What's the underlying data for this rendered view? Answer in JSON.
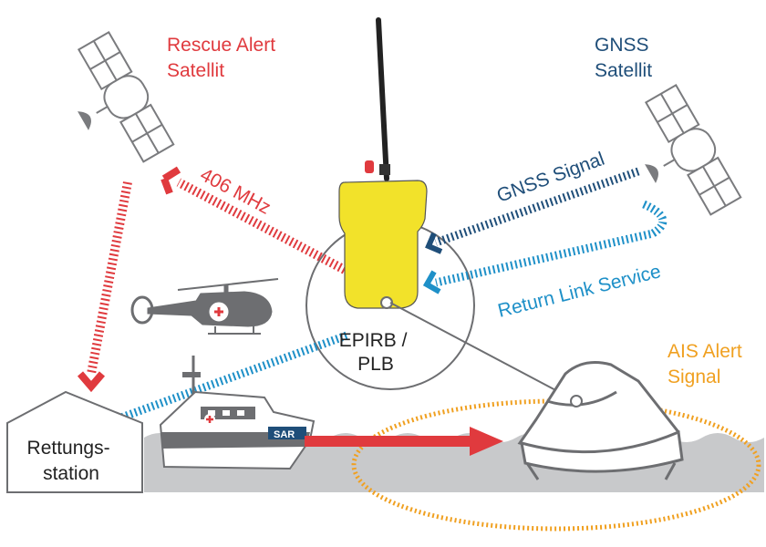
{
  "labels": {
    "rescue_satellite": [
      "Rescue Alert",
      "Satellit"
    ],
    "gnss_satellite": [
      "GNSS",
      "Satellit"
    ],
    "freq": "406 MHz",
    "gnss_signal": "GNSS Signal",
    "return_link": "Return Link Service",
    "device": [
      "EPIRB /",
      "PLB"
    ],
    "ais": [
      "AIS Alert",
      "Signal"
    ],
    "station": [
      "Rettungs-",
      "station"
    ],
    "sar": "SAR"
  },
  "colors": {
    "red": "#e03a3e",
    "navy": "#1f4e79",
    "cyan": "#1e90c8",
    "orange": "#f0a020",
    "gray": "#6d6e71",
    "yellow": "#f2e22a",
    "water": "#c8c9cb"
  },
  "icons": [
    "satellite-icon",
    "helicopter-icon",
    "rescue-boat-icon",
    "life-raft-icon",
    "station-house-icon",
    "beacon-device-icon"
  ]
}
